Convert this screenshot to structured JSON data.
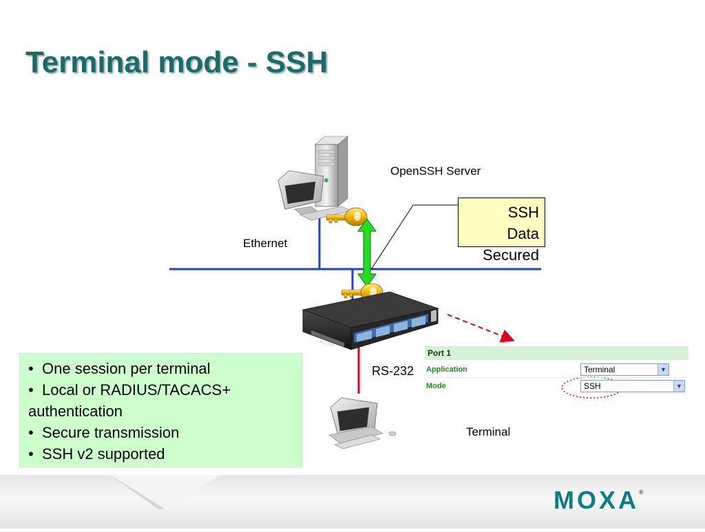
{
  "slide": {
    "title": "Terminal mode - SSH"
  },
  "diagram": {
    "server_label": "OpenSSH Server",
    "ethernet_label": "Ethernet",
    "rs232_label": "RS-232",
    "terminal_label": "Terminal",
    "ssh_box": {
      "line1": "SSH",
      "line2": "Data",
      "line3": "Secured"
    },
    "colors": {
      "ethernet_line": "#1f3ed6",
      "serial_line": "#e0001b",
      "secure_arrow": "#22dd22",
      "callout_arrow": "#e0001b",
      "dotted_ellipse": "#e0001b"
    }
  },
  "features": {
    "bullet": "•",
    "items": [
      "One session per terminal",
      "Local or RADIUS/TACACS+ authentication",
      "Secure transmission",
      "SSH v2 supported"
    ]
  },
  "settings": {
    "header": "Port 1",
    "rows": [
      {
        "label": "Application",
        "value": "Terminal"
      },
      {
        "label": "Mode",
        "value": "SSH"
      }
    ]
  },
  "footer": {
    "logo": "MOXA",
    "trademark": "®"
  }
}
